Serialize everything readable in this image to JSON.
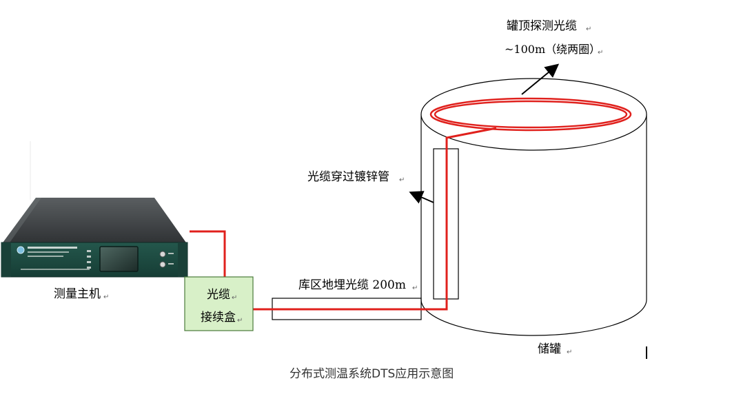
{
  "labels": {
    "tank_top_cable": "罐顶探测光缆",
    "tank_top_length": "~100m（绕两圈）",
    "galvanized_pipe": "光缆穿过镀锌管",
    "buried_cable": "库区地埋光缆 200m",
    "host": "测量主机",
    "junction_box_line1": "光缆",
    "junction_box_line2": "接续盒",
    "tank": "储罐",
    "return_mark": "↵"
  },
  "caption": "分布式测温系统DTS应用示意图",
  "colors": {
    "fiber": "#e0201c",
    "box_fill": "#d8f0c8",
    "box_border": "#4a7a3a",
    "device_body": "#3a3d3f",
    "device_panel": "#1d4a40"
  }
}
